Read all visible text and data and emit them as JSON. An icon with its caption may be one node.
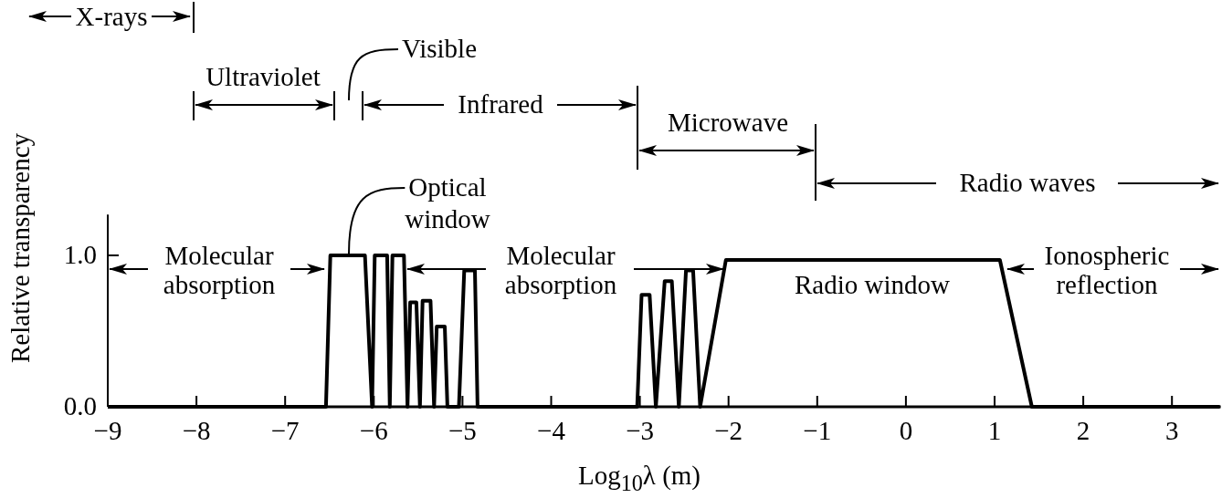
{
  "diagram": {
    "nodes": [
      {
        "text": [
          "Visible"
        ]
      },
      {
        "text": [
          "Optical window"
        ]
      }
    ],
    "edges": [
      {
        "from": 0,
        "to": null,
        "arrow": "none"
      },
      {
        "from": 1,
        "to": null,
        "arrow": "none"
      }
    ],
    "labels": [
      "X-rays",
      "Ultraviolet",
      "Infrared",
      "Microwave",
      "Radio waves",
      "Molecular absorption",
      "Molecular absorption",
      "Radio window",
      "Ionospheric reflection"
    ],
    "chart_data": {
      "type": "line",
      "xlabel": "Log$_{10}$λ (m)",
      "ylabel": "Relative transparency",
      "x": [
        -9,
        -6.54,
        -6.49,
        -6.1,
        -6.02,
        -5.99,
        -5.85,
        -5.82,
        -5.79,
        -5.66,
        -5.62,
        -5.59,
        -5.52,
        -5.48,
        -5.45,
        -5.36,
        -5.32,
        -5.29,
        -5.2,
        -5.17,
        -5.04,
        -4.98,
        -4.86,
        -4.83,
        -3.03,
        -2.98,
        -2.89,
        -2.82,
        -2.72,
        -2.64,
        -2.56,
        -2.48,
        -2.4,
        -2.32,
        -2.03,
        1.06,
        1.42,
        3.54
      ],
      "series": [
        {
          "color": "#000000",
          "values": [
            0,
            0,
            1,
            1,
            0,
            1,
            1,
            0,
            1,
            1,
            0,
            0.69,
            0.69,
            0,
            0.7,
            0.7,
            0,
            0.53,
            0.53,
            0,
            0,
            0.9,
            0.9,
            0,
            0,
            0.74,
            0.74,
            0,
            0.83,
            0.83,
            0,
            0.9,
            0.9,
            0,
            0.97,
            0.97,
            0,
            0
          ]
        }
      ],
      "xlim": [
        -9,
        3.55
      ],
      "ylim": [
        0,
        1.27
      ],
      "xticks": [
        {
          "value": -9,
          "label": "−9"
        },
        {
          "value": -8,
          "label": "−8"
        },
        {
          "value": -7,
          "label": "−7"
        },
        {
          "value": -6,
          "label": "−6"
        },
        {
          "value": -5,
          "label": "−5"
        },
        {
          "value": -4,
          "label": "−4"
        },
        {
          "value": -3,
          "label": "−3"
        },
        {
          "value": -2,
          "label": "−2"
        },
        {
          "value": -1,
          "label": "−1"
        },
        0,
        1,
        2,
        3
      ],
      "yticks": [
        {
          "value": 0,
          "label": "0.0"
        },
        {
          "value": 1,
          "label": "1.0"
        }
      ]
    }
  }
}
